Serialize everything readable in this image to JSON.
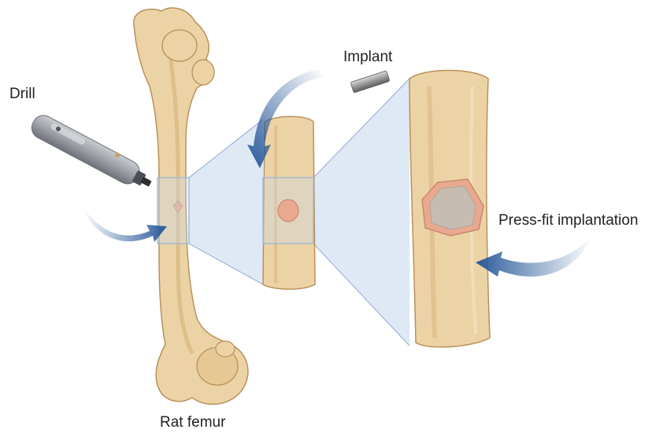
{
  "labels": {
    "drill": "Drill",
    "implant": "Implant",
    "press_fit": "Press-fit implantation",
    "rat_femur": "Rat femur"
  },
  "colors": {
    "bone_fill": "#ecd3a6",
    "bone_shadow": "#d9b57e",
    "bone_outline": "#b8915a",
    "defect_fill": "#e8a98f",
    "implant_fill": "#c6bcb2",
    "zoom_region": "#c9d9ef",
    "arrow_blue": "#2b5a9a",
    "drill_body": "#9ea2a8"
  },
  "icons": {
    "drill": "drill-icon",
    "implant": "implant-rod-icon",
    "arrows": "curved-arrow-icon"
  }
}
